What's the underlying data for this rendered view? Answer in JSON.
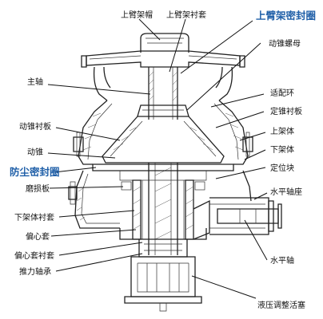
{
  "labels": {
    "upper_arm_cap": "上臂架帽",
    "upper_arm_bushing": "上臂架衬套",
    "upper_arm_seal": "上臂架密封圈",
    "cone_nut": "动锥螺母",
    "main_shaft": "主轴",
    "adapter_ring": "适配环",
    "fixed_cone_liner": "定锥衬板",
    "moving_cone_liner": "动锥衬板",
    "upper_frame": "上架体",
    "moving_cone": "动锥",
    "lower_frame": "下架体",
    "dust_seal": "防尘密封圈",
    "locating_block": "定位块",
    "wear_plate": "磨损板",
    "horizontal_shaft_seat": "水平轴座",
    "lower_frame_bushing": "下架体衬套",
    "eccentric_sleeve": "偏心套",
    "eccentric_bushing": "偏心套衬套",
    "thrust_bearing": "推力轴承",
    "horizontal_shaft": "水平轴",
    "hydraulic_piston": "液压调整活塞"
  }
}
